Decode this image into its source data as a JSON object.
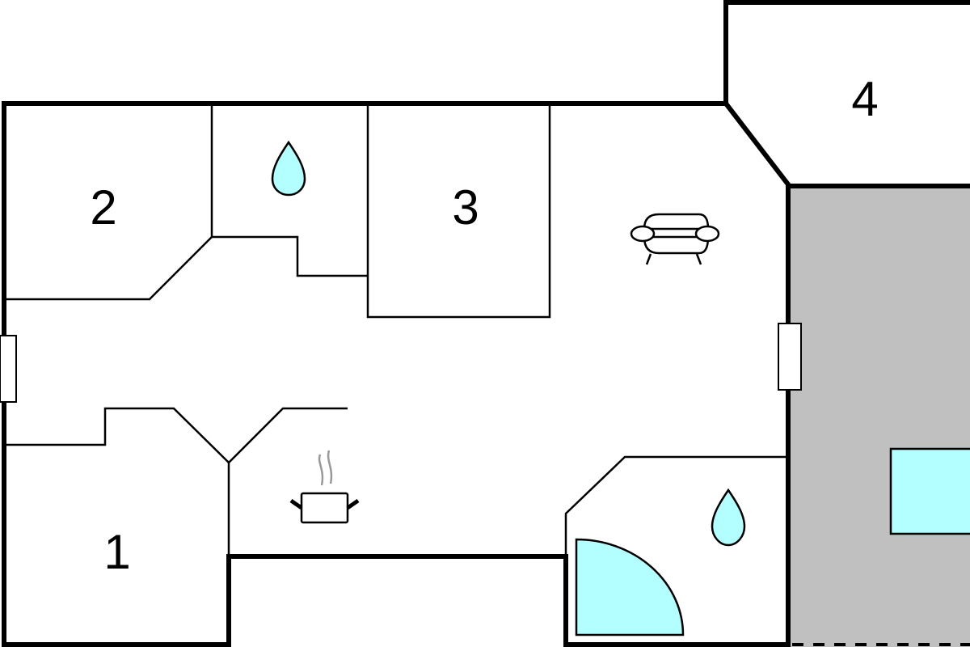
{
  "floorplan": {
    "rooms": [
      {
        "id": "bedroom-1",
        "label": "1"
      },
      {
        "id": "bedroom-2",
        "label": "2"
      },
      {
        "id": "bedroom-3",
        "label": "3"
      },
      {
        "id": "room-4",
        "label": "4"
      }
    ],
    "icons": [
      "water-drop-icon",
      "water-drop-icon",
      "sofa-icon",
      "cooking-pot-icon",
      "shower-icon",
      "pool-icon"
    ],
    "colors": {
      "wall": "#000000",
      "water": "#b3ffff",
      "terrace": "#c0c0c0",
      "steam": "#999999"
    }
  }
}
